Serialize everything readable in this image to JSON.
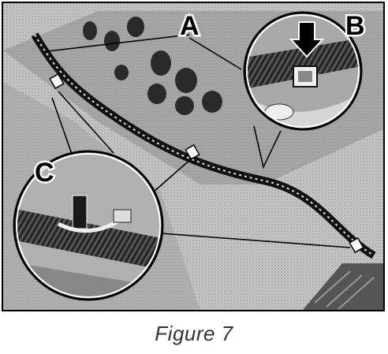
{
  "figure": {
    "callouts": [
      "A",
      "B",
      "C"
    ],
    "icons": [
      "down-arrow-icon"
    ],
    "caption": "Figure 7"
  }
}
